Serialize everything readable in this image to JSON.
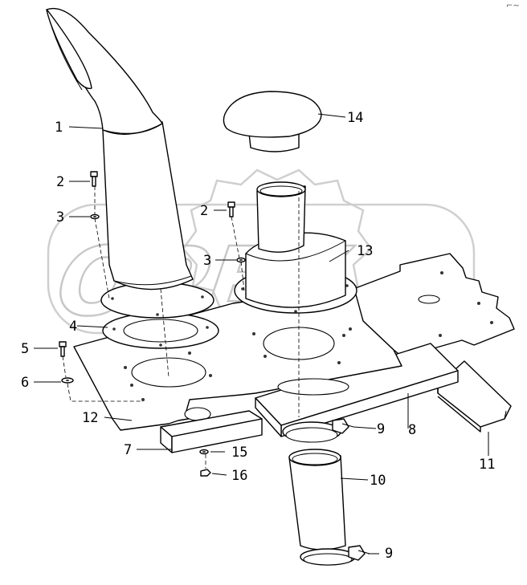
{
  "watermark": {
    "text": "OPEX"
  },
  "corner_mark": "⌐~",
  "callouts": [
    {
      "id": "c1",
      "label": "1"
    },
    {
      "id": "c2a",
      "label": "2"
    },
    {
      "id": "c2b",
      "label": "2"
    },
    {
      "id": "c3a",
      "label": "3"
    },
    {
      "id": "c3b",
      "label": "3"
    },
    {
      "id": "c4",
      "label": "4"
    },
    {
      "id": "c5",
      "label": "5"
    },
    {
      "id": "c6",
      "label": "6"
    },
    {
      "id": "c7",
      "label": "7"
    },
    {
      "id": "c8",
      "label": "8"
    },
    {
      "id": "c9a",
      "label": "9"
    },
    {
      "id": "c9b",
      "label": "9"
    },
    {
      "id": "c10",
      "label": "10"
    },
    {
      "id": "c11",
      "label": "11"
    },
    {
      "id": "c12",
      "label": "12"
    },
    {
      "id": "c13",
      "label": "13"
    },
    {
      "id": "c14",
      "label": "14"
    },
    {
      "id": "c15",
      "label": "15"
    },
    {
      "id": "c16",
      "label": "16"
    }
  ]
}
